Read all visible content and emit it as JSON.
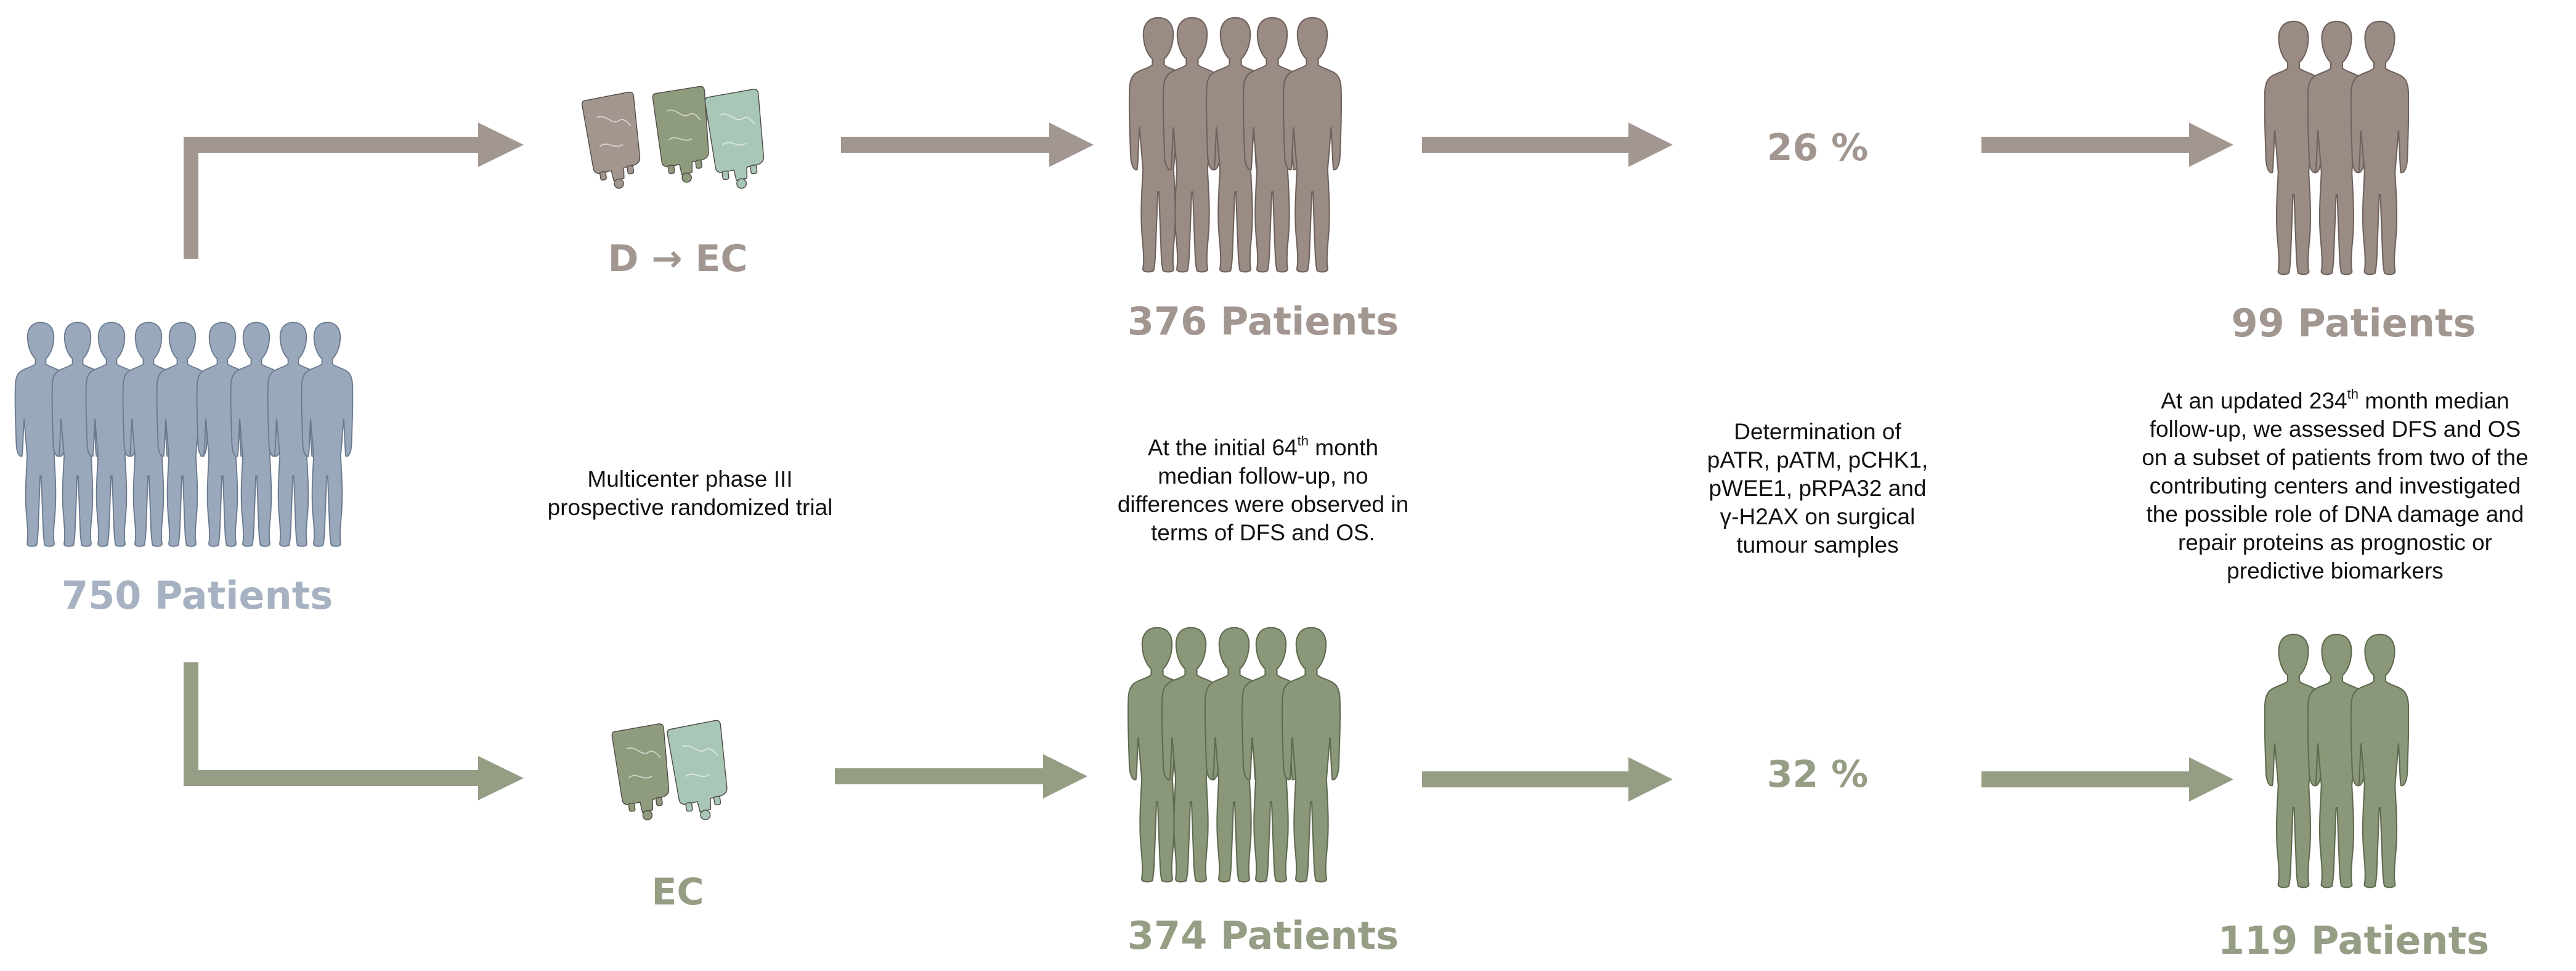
{
  "colors": {
    "taupe": "#a29690",
    "taupe_fig": "#9a8b84",
    "taupe_fig_line": "#6f625c",
    "green": "#959e85",
    "green_fig": "#8a9778",
    "green_fig_line": "#5f6a50",
    "blue_fig": "#99a8bb",
    "blue_fig_line": "#6b7a8e",
    "blue_text": "#a6b1c1",
    "bag_taupe": "#a3968e",
    "bag_green": "#8f9b7d",
    "bag_mint": "#a8c7b6"
  },
  "icons": {
    "people": "person-silhouette-icon",
    "bag": "iv-infusion-bag-icon",
    "arrow": "right-arrow-icon"
  },
  "start": {
    "label": "750 Patients"
  },
  "trial": {
    "line1": "Multicenter phase III",
    "line2": "prospective randomized trial"
  },
  "arm_top": {
    "regimen": "D → EC",
    "patients": "376 Patients",
    "percent": "26 %",
    "final_patients": "99 Patients"
  },
  "arm_bottom": {
    "regimen": "EC",
    "patients": "374 Patients",
    "percent": "32 %",
    "final_patients": "119 Patients"
  },
  "note_initial": {
    "l1_pre": "At the initial 64",
    "l1_sup": "th",
    "l1_post": " month",
    "l2": "median follow-up, no",
    "l3": "differences were observed in",
    "l4": "terms of DFS and OS."
  },
  "note_markers": {
    "l1": "Determination of",
    "l2": "pATR, pATM, pCHK1,",
    "l3": "pWEE1, pRPA32 and",
    "l4": "γ-H2AX on surgical",
    "l5": "tumour samples"
  },
  "note_updated": {
    "l1_pre": "At an updated 234",
    "l1_sup": "th",
    "l1_post": " month median",
    "l2": "follow-up, we assessed DFS and OS",
    "l3": "on a subset of patients from two of the",
    "l4": "contributing centers and investigated",
    "l5": "the possible role of DNA damage and",
    "l6": "repair proteins as prognostic or",
    "l7": "predictive biomarkers"
  }
}
